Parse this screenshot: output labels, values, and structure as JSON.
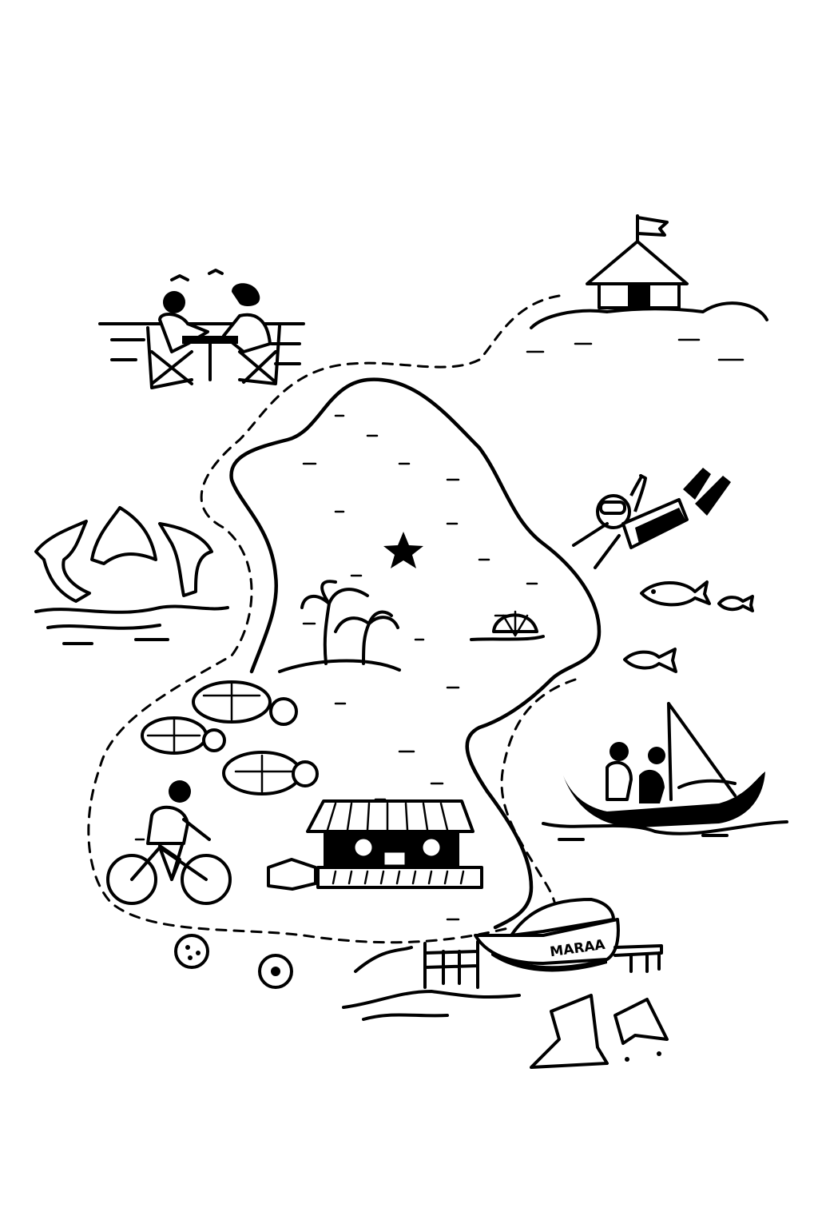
{
  "map": {
    "background": "#ffffff",
    "ink_color": "#000000",
    "style": "black-and-white line illustration"
  },
  "island": {
    "marker": "star-icon",
    "features": [
      "palm-trees",
      "seashell",
      "market-stall",
      "beach-path"
    ]
  },
  "landmarks": [
    {
      "id": "hut",
      "label": "beach hut with flag"
    },
    {
      "id": "dining",
      "label": "couple dining by the sea"
    },
    {
      "id": "dolphins",
      "label": "three jumping dolphins"
    },
    {
      "id": "snorkeler",
      "label": "snorkeler with fins"
    },
    {
      "id": "fish",
      "label": "fish"
    },
    {
      "id": "sailboat",
      "label": "two people in a sailing canoe"
    },
    {
      "id": "turtles",
      "label": "three sea turtles"
    },
    {
      "id": "cyclist",
      "label": "person riding a bicycle"
    },
    {
      "id": "market",
      "label": "market stall"
    },
    {
      "id": "motorboat",
      "label": "motorboat at dock"
    },
    {
      "id": "baby-turtles",
      "label": "two small turtles"
    },
    {
      "id": "stingrays",
      "label": "two stingrays"
    }
  ],
  "boat": {
    "name": "MARAA"
  }
}
